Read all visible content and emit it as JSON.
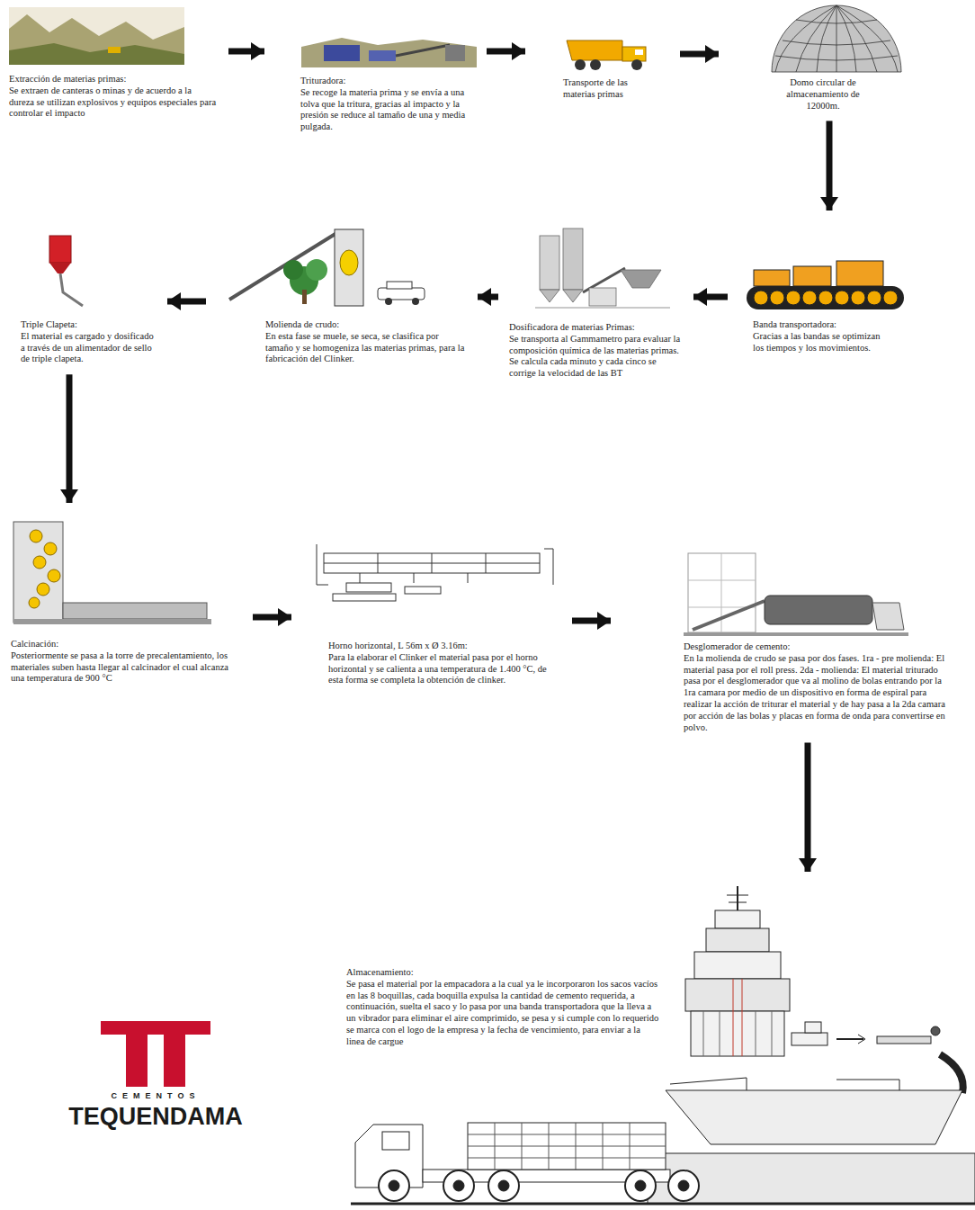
{
  "diagram": {
    "nodes": [
      {
        "text": [
          "Extracción de materias primas:",
          "Se extraen de canteras o minas y de acuerdo a la dureza se utilizan explosivos y equipos especiales para controlar el impacto"
        ]
      },
      {
        "text": [
          "Trituradora:",
          "Se recoge la materia prima y se envía a una tolva que la tritura, gracias al impacto y la presión se reduce al tamaño de una y media pulgada."
        ]
      },
      {
        "text": [
          "Transporte de las materias primas"
        ]
      },
      {
        "text": [
          "Domo circular de almacenamiento de 12000m."
        ]
      },
      {
        "text": [
          "Banda transportadora:",
          "Gracias a las bandas se optimizan los tiempos y los movimientos."
        ]
      },
      {
        "text": [
          "Dosificadora de materias Primas:",
          "Se transporta al Gammametro para evaluar la composición química de las materias primas. Se calcula cada minuto y cada cinco se corrige la velocidad de las BT"
        ]
      },
      {
        "text": [
          "Molienda de crudo:",
          "En esta fase se muele, se seca, se clasifica por tamaño y se homogeniza las materias primas, para la fabricación del Clinker."
        ]
      },
      {
        "text": [
          "Triple Clapeta:",
          "El material es cargado y dosificado a través de un alimentador de sello de triple clapeta."
        ]
      },
      {
        "text": [
          "Calcinación:",
          "Posteriormente se pasa a la torre de precalentamiento, los materiales suben hasta llegar al calcinador el cual alcanza una temperatura de 900 °C"
        ]
      },
      {
        "text": [
          "Horno horizontal, L 56m x Ø 3.16m:",
          "Para la elaborar el Clinker el material pasa por el horno horizontal y se calienta a una temperatura de 1.400 °C, de esta forma se completa la obtención de clinker."
        ]
      },
      {
        "text": [
          "Desglomerador de cemento:",
          "En la molienda de crudo se pasa por dos fases. 1ra - pre molienda: El material pasa por el roll press. 2da - molienda: El material triturado pasa por el desglomerador que va al molino de bolas entrando por la 1ra camara por medio de un dispositivo en forma de espiral para realizar la acción de triturar el material y de hay pasa a la 2da camara por acción de las bolas y placas en forma de onda para convertirse en polvo."
        ]
      },
      {
        "text": [
          "Almacenamiento:",
          "Se pasa el material por la empacadora a la cual ya le incorporaron los sacos vacíos en las 8 boquillas, cada boquilla expulsa la cantidad de cemento requerida, a continuación, suelta el saco y lo pasa por una banda transportadora que la lleva a un vibrador para eliminar el aire comprimido, se pesa y si cumple con lo requerido se marca con el logo de la empresa y la fecha de vencimiento, para enviar a la linea de cargue"
        ]
      }
    ],
    "edges": [
      {
        "from": 0,
        "to": 1,
        "arrow": "to"
      },
      {
        "from": 1,
        "to": 2,
        "arrow": "to"
      },
      {
        "from": 2,
        "to": 3,
        "arrow": "to"
      },
      {
        "from": 3,
        "to": 4,
        "arrow": "to"
      },
      {
        "from": 4,
        "to": 5,
        "arrow": "to"
      },
      {
        "from": 5,
        "to": 6,
        "arrow": "to"
      },
      {
        "from": 6,
        "to": 7,
        "arrow": "to"
      },
      {
        "from": 7,
        "to": 8,
        "arrow": "to"
      },
      {
        "from": 8,
        "to": 9,
        "arrow": "to"
      },
      {
        "from": 9,
        "to": 10,
        "arrow": "to"
      },
      {
        "from": 10,
        "to": 11,
        "arrow": "to"
      }
    ],
    "labels": [
      "CEMENTOS",
      "TEQUENDAMA"
    ]
  }
}
